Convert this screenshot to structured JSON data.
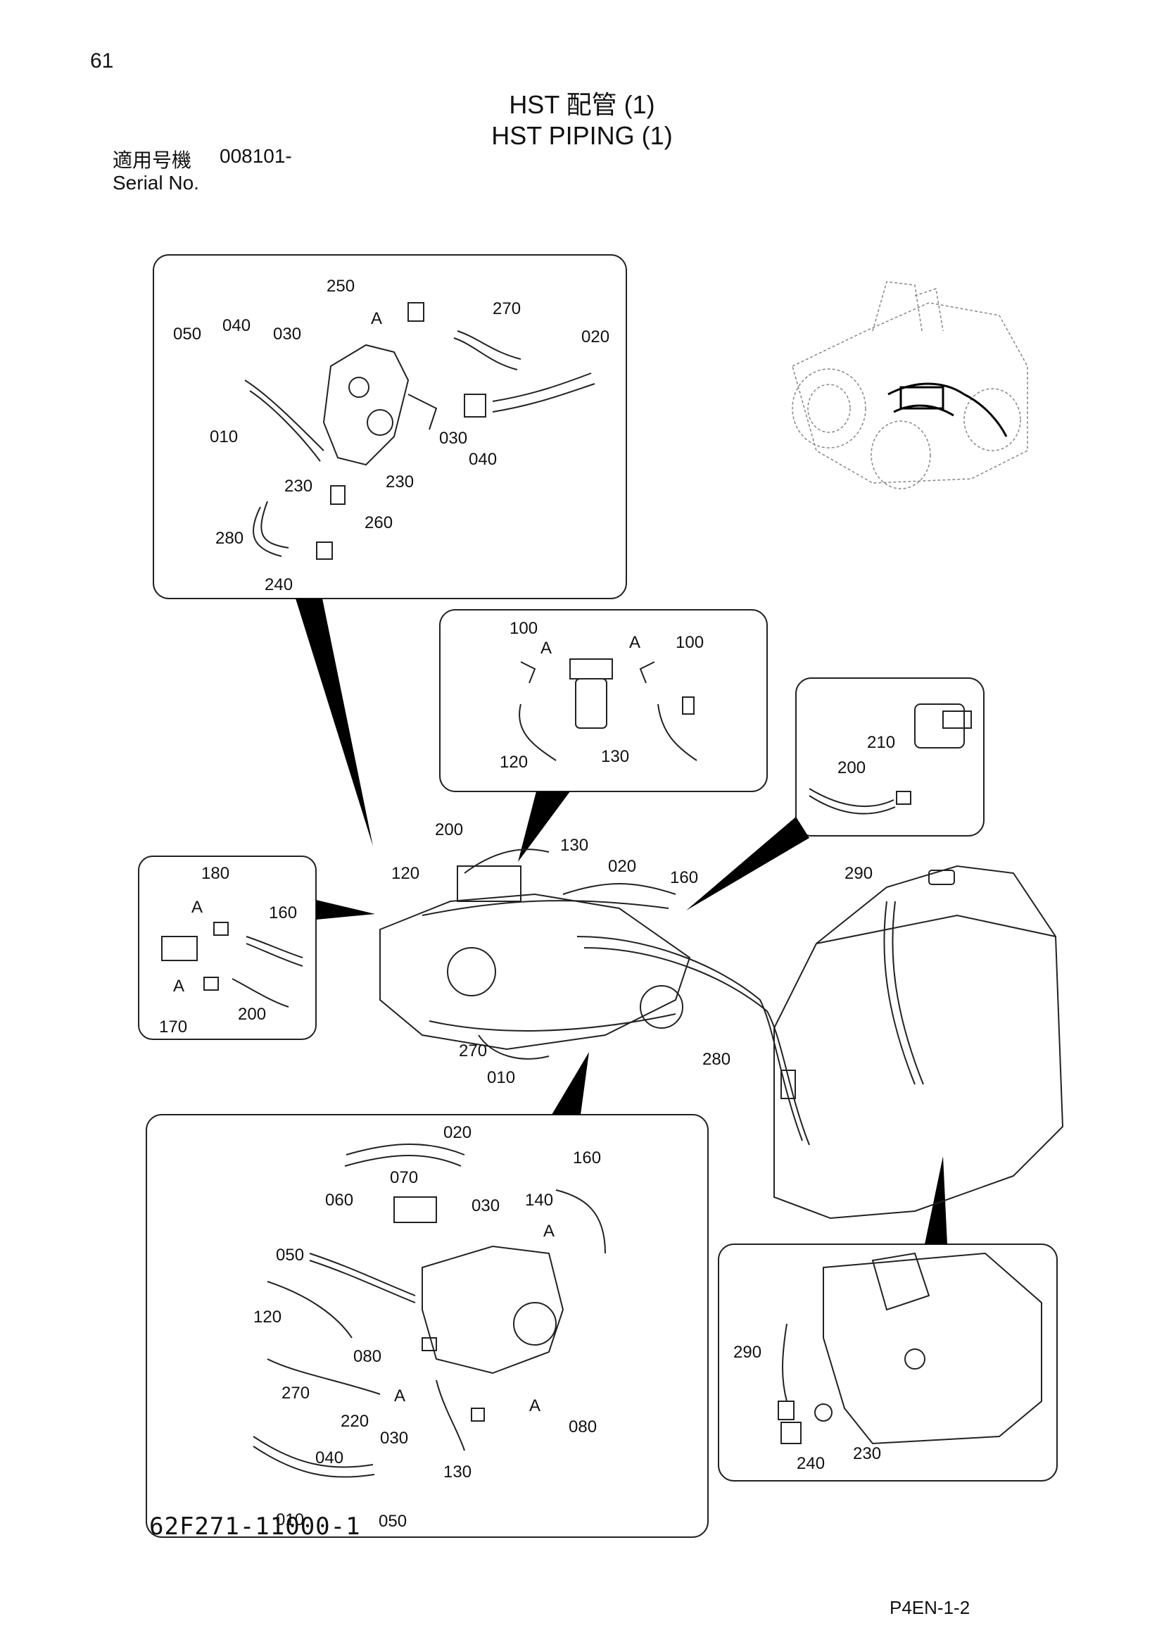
{
  "header": {
    "page_number": "61",
    "title_jp": "HST 配管 (1)",
    "title_en": "HST PIPING (1)",
    "serial_label_jp": "適用号機",
    "serial_value": "008101-",
    "serial_label_en": "Serial No."
  },
  "footer": {
    "drawing_number": "62F271-11000-1",
    "page_code": "P4EN-1-2"
  },
  "part_labels": {
    "top_left": [
      "250",
      "A",
      "270",
      "050",
      "040",
      "030",
      "020",
      "010",
      "030",
      "040",
      "230",
      "230",
      "260",
      "280",
      "240"
    ],
    "filter": [
      "100",
      "A",
      "A",
      "100",
      "120",
      "130"
    ],
    "right_fitting": [
      "210",
      "200"
    ],
    "left_valve": [
      "180",
      "A",
      "160",
      "A",
      "170",
      "200"
    ],
    "main_assembly": [
      "200",
      "130",
      "120",
      "020",
      "160",
      "290",
      "270",
      "010",
      "280"
    ],
    "bottom_left": [
      "020",
      "160",
      "070",
      "030",
      "060",
      "140",
      "A",
      "050",
      "120",
      "080",
      "270",
      "A",
      "220",
      "A",
      "080",
      "030",
      "040",
      "130",
      "010",
      "050"
    ],
    "tank_detail": [
      "290",
      "240",
      "230"
    ]
  }
}
